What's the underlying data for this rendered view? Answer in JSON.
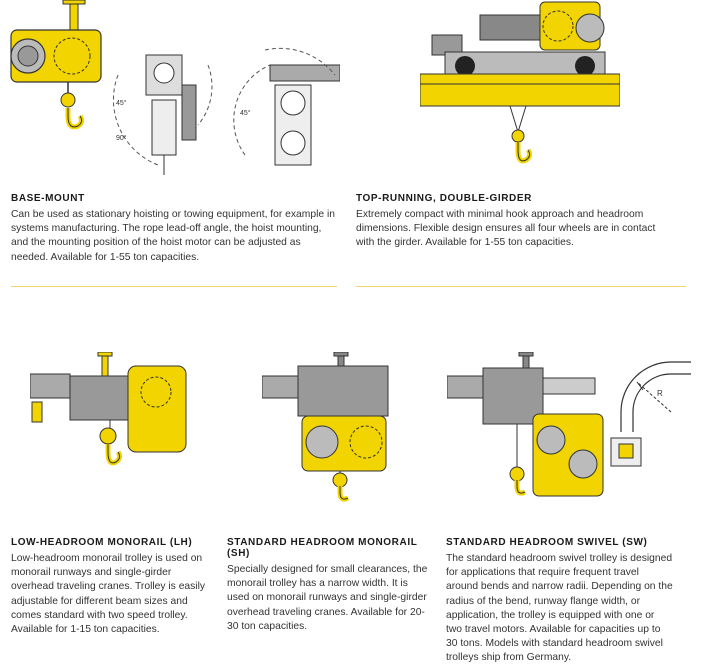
{
  "colors": {
    "accent": "#f2d400",
    "divider": "#f1d46b",
    "steel": "#8a8a8a",
    "dark": "#333333"
  },
  "icons": [
    "base-mount-hoist-illustration",
    "base-mount-angle-diagram",
    "base-mount-angle-diagram-2",
    "double-girder-trolley-illustration",
    "lh-trolley-illustration",
    "sh-trolley-illustration",
    "sw-trolley-illustration",
    "curved-runway-diagram"
  ],
  "diagram_labels": {
    "angle_1": "45°",
    "angle_2": "90°",
    "radius": "R"
  },
  "sections": [
    {
      "title": "BASE-MOUNT",
      "lines": [
        "Can be used as stationary hoisting or towing equipment, for example in",
        "systems manufacturing. The rope lead-off angle, the hoist mounting,",
        "and the mounting position of the hoist motor can be adjusted as",
        "needed. Available for 1-55 ton capacities."
      ]
    },
    {
      "title": "TOP-RUNNING, DOUBLE-GIRDER",
      "lines": [
        "Extremely compact with minimal hook approach and headroom",
        "dimensions. Flexible design ensures all four wheels are in contact",
        "with the girder. Available for 1-55 ton capacities."
      ]
    },
    {
      "title": "LOW-HEADROOM MONORAIL (LH)",
      "lines": [
        "Low-headroom monorail trolley is used on",
        "monorail runways and single-girder",
        "overhead traveling cranes. Trolley is easily",
        "adjustable for different beam sizes and",
        "comes standard with two speed trolley.",
        "Available for 1-15 ton capacities."
      ]
    },
    {
      "title": "STANDARD HEADROOM MONORAIL (SH)",
      "lines": [
        "Specially designed for small clearances, the",
        "monorail trolley has a narrow width. It is",
        "used on monorail runways and single-girder",
        "overhead traveling cranes. Available for 20-",
        "30 ton capacities."
      ]
    },
    {
      "title": "STANDARD HEADROOM SWIVEL (SW)",
      "lines": [
        "The standard headroom swivel trolley is designed",
        "for applications that require frequent travel",
        "around bends and narrow radii. Depending on the",
        "radius of the bend, runway flange width, or",
        "application, the trolley is equipped with one or",
        "two travel motors. Available for capacities up to",
        "30 tons. Models with standard headroom swivel",
        "trolleys ship from Germany."
      ]
    }
  ]
}
